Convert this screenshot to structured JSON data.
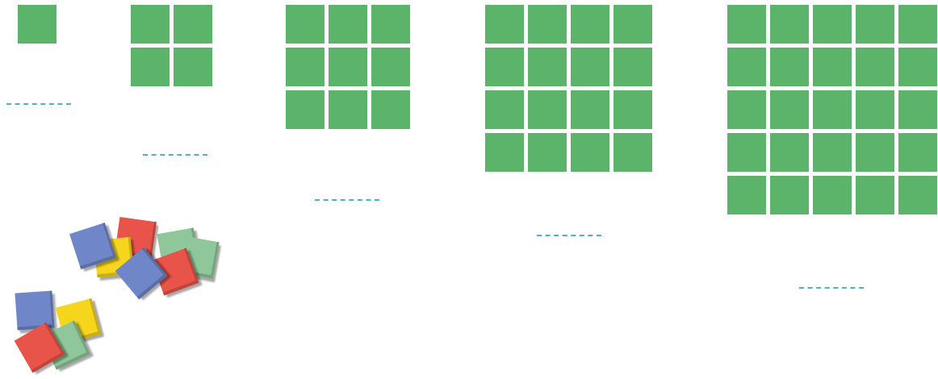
{
  "colors": {
    "grid_square": "#5cb36a",
    "answer_line": "#4ab3c4",
    "tile_red": "#e8544a",
    "tile_yellow": "#f5d61c",
    "tile_blue": "#6f87c8",
    "tile_green": "#8fc79a"
  },
  "square_patterns": [
    {
      "side": 1,
      "answer": ""
    },
    {
      "side": 2,
      "answer": ""
    },
    {
      "side": 3,
      "answer": ""
    },
    {
      "side": 4,
      "answer": ""
    },
    {
      "side": 5,
      "answer": ""
    }
  ],
  "tile_pile": {
    "colors": [
      "red",
      "yellow",
      "blue",
      "green",
      "green",
      "red",
      "blue",
      "blue",
      "yellow",
      "green",
      "red"
    ]
  }
}
